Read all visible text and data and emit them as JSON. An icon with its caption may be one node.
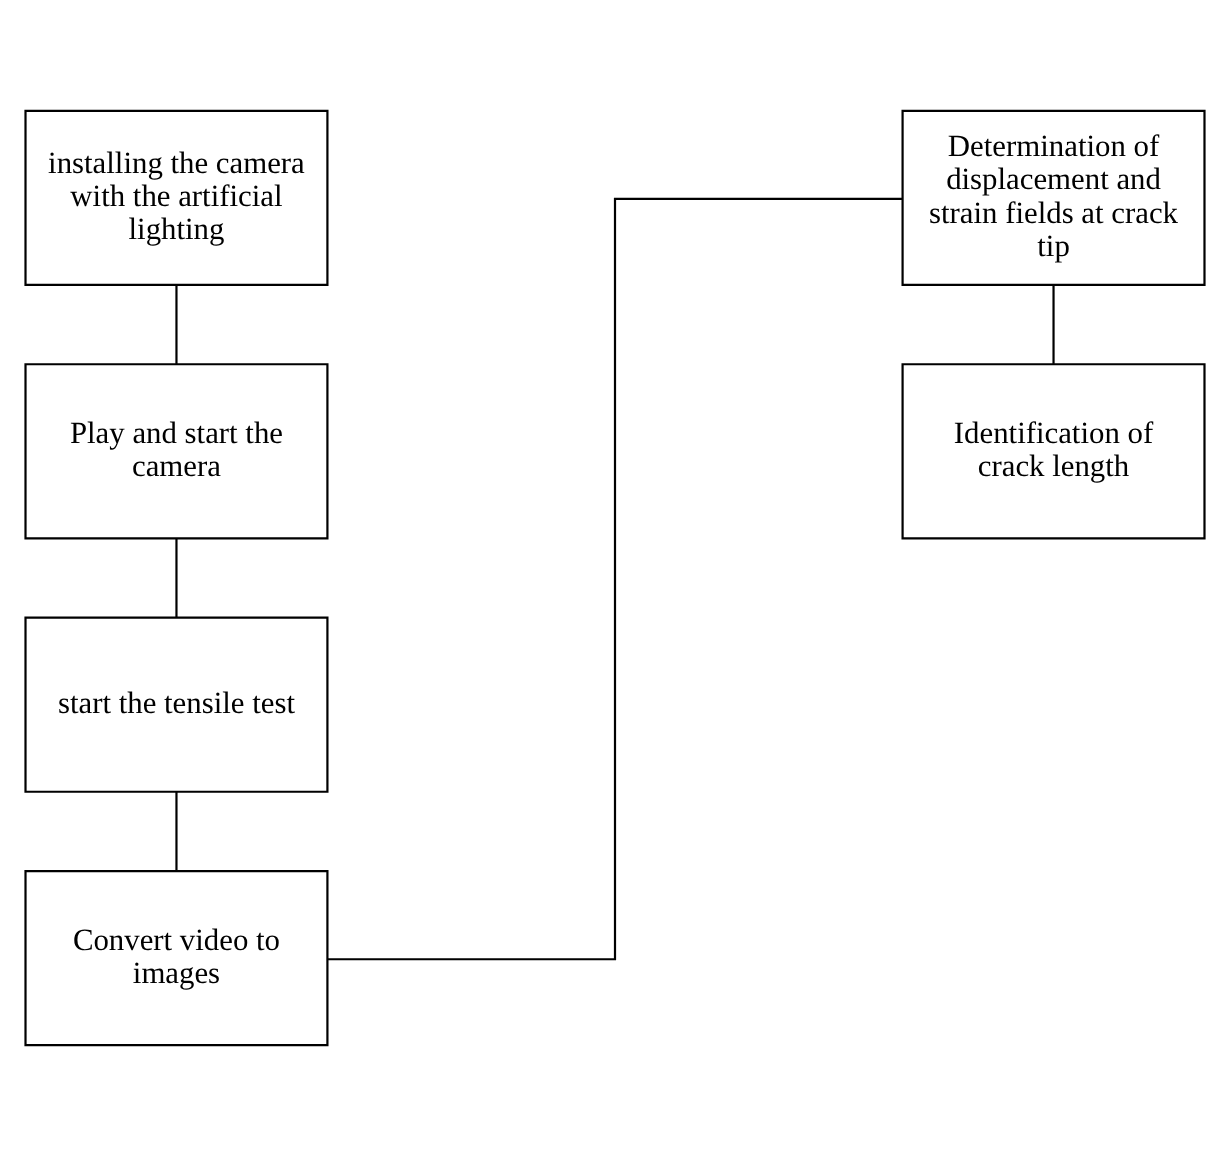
{
  "diagram": {
    "nodes": [
      {
        "text": [
          "installing the camera with the artificial lighting"
        ]
      },
      {
        "text": [
          "Play and start the camera"
        ]
      },
      {
        "text": [
          "start the tensile test"
        ]
      },
      {
        "text": [
          "Convert video to images"
        ]
      },
      {
        "text": [
          "Determination of displacement and strain fields at crack tip"
        ]
      },
      {
        "text": [
          "Identification of crack length"
        ]
      }
    ],
    "edges": [
      {
        "from": 0,
        "to": 1,
        "arrow": "none"
      },
      {
        "from": 1,
        "to": 2,
        "arrow": "none"
      },
      {
        "from": 2,
        "to": 3,
        "arrow": "none"
      },
      {
        "from": 3,
        "to": 4,
        "arrow": "none"
      },
      {
        "from": 4,
        "to": 5,
        "arrow": "none"
      }
    ]
  }
}
